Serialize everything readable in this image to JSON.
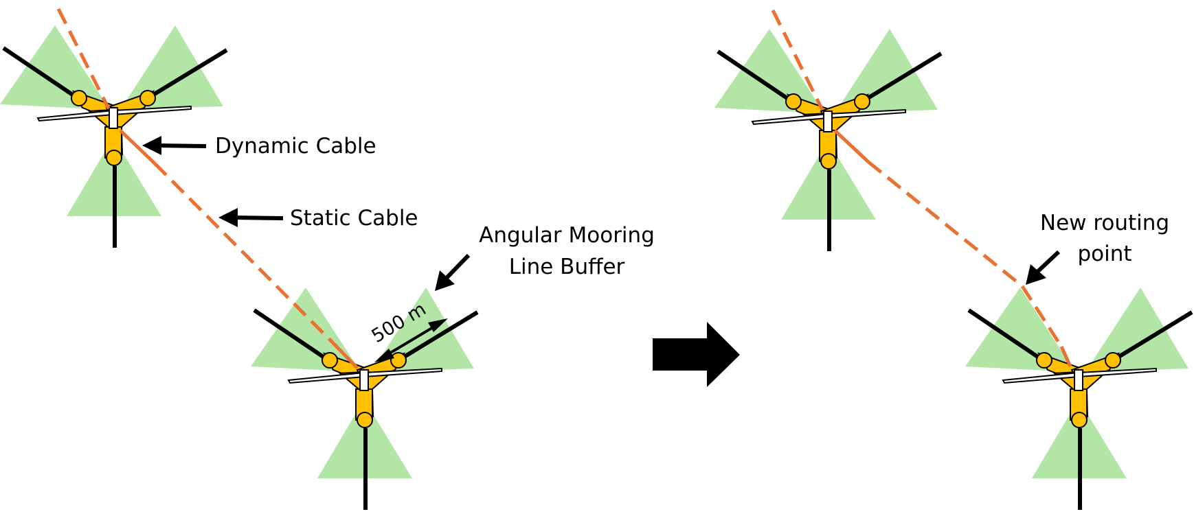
{
  "figure": {
    "description": "Floating offshore wind turbine cable routing around angular mooring line buffers",
    "colors": {
      "buffer": "#B3E5A6",
      "cable": "#E97132",
      "hull": "#FFC000",
      "line": "#000000",
      "blade": "#FFFFFF"
    }
  },
  "panels": [
    {
      "name": "before",
      "turbines": [
        "turbine-a",
        "turbine-b"
      ],
      "labels": {
        "dynamic_cable": "Dynamic Cable",
        "static_cable": "Static Cable",
        "buffer_line1": "Angular Mooring",
        "buffer_line2": "Line Buffer",
        "distance": "500 m"
      }
    },
    {
      "name": "after",
      "turbines": [
        "turbine-c",
        "turbine-d"
      ],
      "labels": {
        "routing_line1": "New routing",
        "routing_line2": "point"
      }
    }
  ],
  "transition_arrow": "right-arrow"
}
